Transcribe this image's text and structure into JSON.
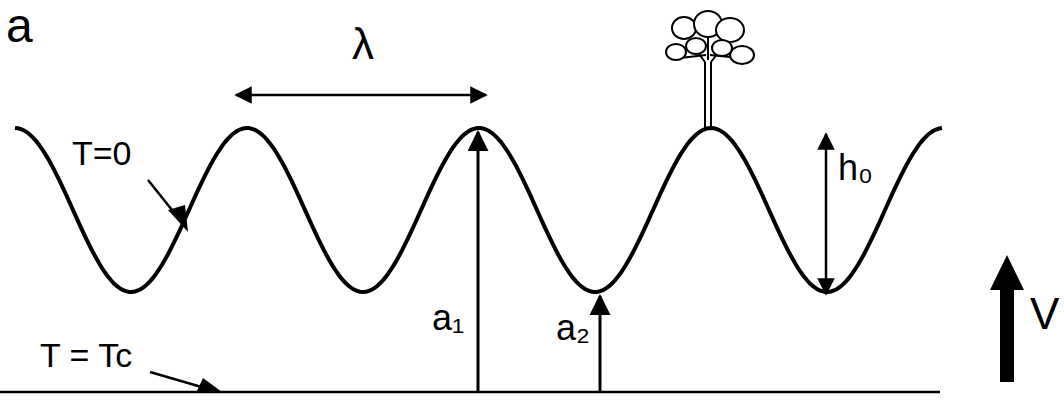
{
  "diagram": {
    "labels": [
      "a",
      "λ",
      "T=0",
      "h₀",
      "a₁",
      "a₂",
      "T = Tc",
      "V"
    ]
  }
}
